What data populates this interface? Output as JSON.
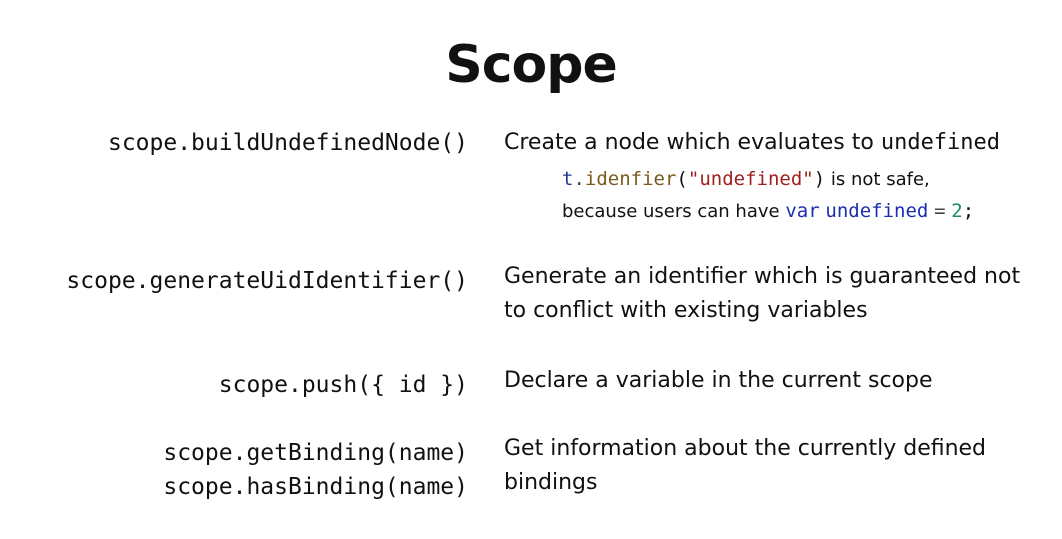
{
  "title": "Scope",
  "rows": [
    {
      "api": [
        "scope.buildUndefinedNode()"
      ],
      "desc_text": "Create a node which evaluates to ",
      "desc_code": "undefined",
      "note": {
        "line1_obj": "t",
        "line1_dot": ".",
        "line1_fn": "idenfier",
        "line1_open": "(",
        "line1_str": "\"undefined\"",
        "line1_close": ")",
        "line1_text": " is not safe,",
        "line2_text": "because users can have ",
        "line2_kw": "var",
        "line2_id": "undefined",
        "line2_eq": "=",
        "line2_num": "2",
        "line2_semi": ";"
      }
    },
    {
      "api": [
        "scope.generateUidIdentifier()"
      ],
      "desc_lines": [
        "Generate an identifier which is guaranteed not",
        "to conflict with existing variables"
      ]
    },
    {
      "api": [
        "scope.push({ id })"
      ],
      "desc_lines": [
        "Declare a variable in the current scope"
      ]
    },
    {
      "api": [
        "scope.getBinding(name)",
        "scope.hasBinding(name)"
      ],
      "desc_lines": [
        "Get information about the currently defined",
        "bindings"
      ]
    }
  ]
}
